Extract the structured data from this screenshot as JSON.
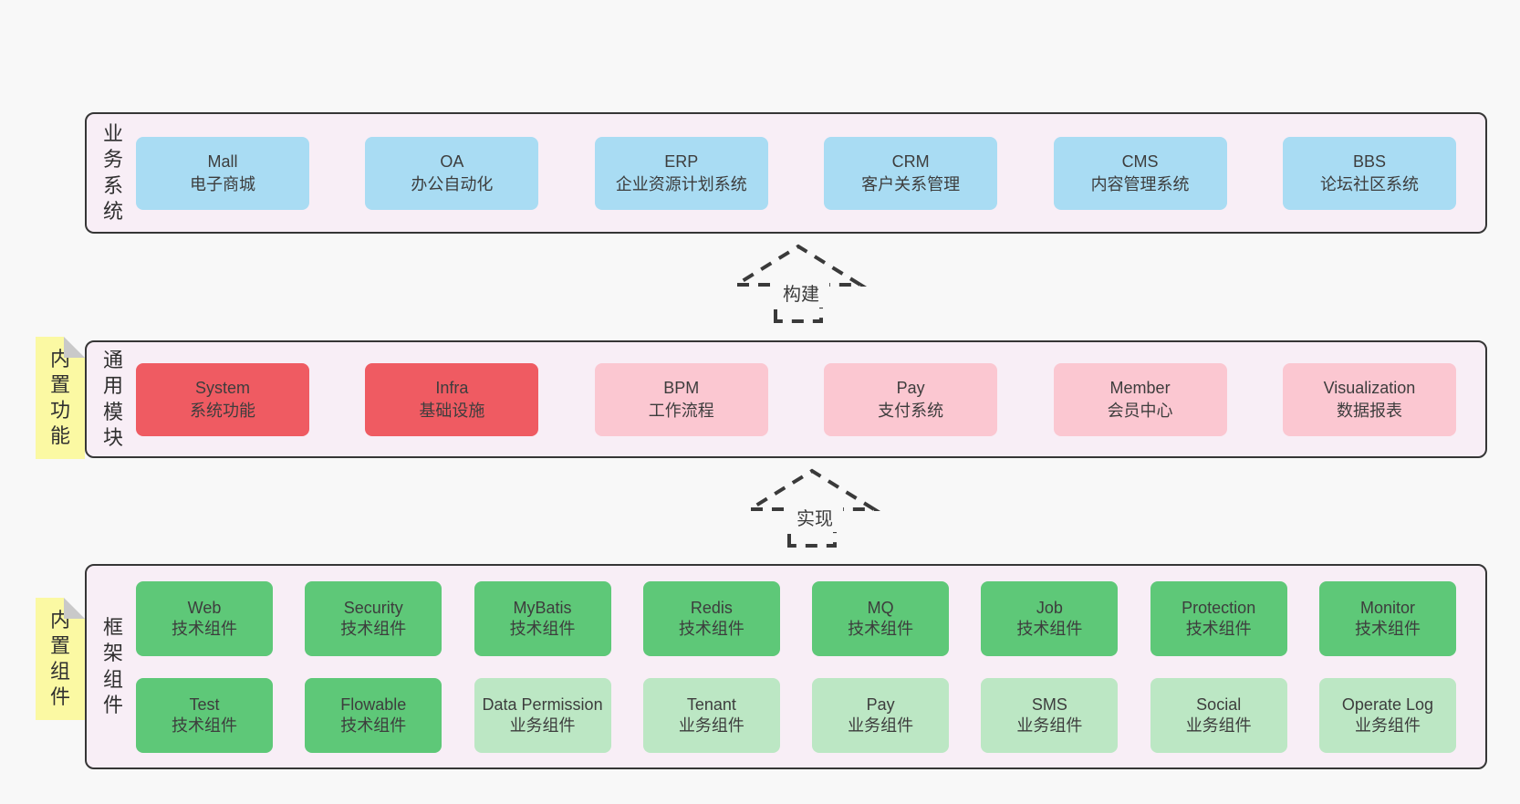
{
  "diagram": {
    "title_hint": "layered architecture diagram",
    "colors": {
      "page_bg": "#f8f8f8",
      "layer_bg": "#f8eef6",
      "layer_border": "#363636",
      "business_box": "#a9dcf3",
      "core_module_box": "#ef5b62",
      "optional_module_box": "#fbc7d1",
      "tech_component_box": "#5ec878",
      "biz_component_box": "#bce7c4",
      "sticky_note": "#fbf9a3",
      "note_fold": "#c9c9c9",
      "text": "#3d3d3d"
    },
    "arrows": [
      {
        "label": "构建"
      },
      {
        "label": "实现"
      }
    ],
    "notes": {
      "modules": "内置功能",
      "components": "内置组件"
    },
    "layers": [
      {
        "side_label": "业务系统",
        "boxes": [
          {
            "name": "Mall",
            "desc": "电子商城"
          },
          {
            "name": "OA",
            "desc": "办公自动化"
          },
          {
            "name": "ERP",
            "desc": "企业资源计划系统"
          },
          {
            "name": "CRM",
            "desc": "客户关系管理"
          },
          {
            "name": "CMS",
            "desc": "内容管理系统"
          },
          {
            "name": "BBS",
            "desc": "论坛社区系统"
          }
        ]
      },
      {
        "side_label": "通用模块",
        "boxes": [
          {
            "name": "System",
            "desc": "系统功能"
          },
          {
            "name": "Infra",
            "desc": "基础设施"
          },
          {
            "name": "BPM",
            "desc": "工作流程"
          },
          {
            "name": "Pay",
            "desc": "支付系统"
          },
          {
            "name": "Member",
            "desc": "会员中心"
          },
          {
            "name": "Visualization",
            "desc": "数据报表"
          }
        ]
      },
      {
        "side_label": "框架组件",
        "rows": [
          [
            {
              "name": "Web",
              "desc": "技术组件"
            },
            {
              "name": "Security",
              "desc": "技术组件"
            },
            {
              "name": "MyBatis",
              "desc": "技术组件"
            },
            {
              "name": "Redis",
              "desc": "技术组件"
            },
            {
              "name": "MQ",
              "desc": "技术组件"
            },
            {
              "name": "Job",
              "desc": "技术组件"
            },
            {
              "name": "Protection",
              "desc": "技术组件"
            },
            {
              "name": "Monitor",
              "desc": "技术组件"
            }
          ],
          [
            {
              "name": "Test",
              "desc": "技术组件"
            },
            {
              "name": "Flowable",
              "desc": "技术组件"
            },
            {
              "name": "Data Permission",
              "desc": "业务组件"
            },
            {
              "name": "Tenant",
              "desc": "业务组件"
            },
            {
              "name": "Pay",
              "desc": "业务组件"
            },
            {
              "name": "SMS",
              "desc": "业务组件"
            },
            {
              "name": "Social",
              "desc": "业务组件"
            },
            {
              "name": "Operate Log",
              "desc": "业务组件"
            }
          ]
        ]
      }
    ]
  }
}
